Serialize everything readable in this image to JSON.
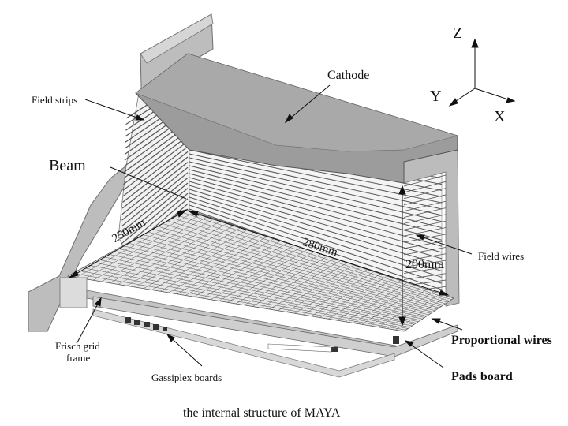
{
  "labels": {
    "cathode": "Cathode",
    "field_strips": "Field strips",
    "beam": "Beam",
    "field_wires": "Field wires",
    "frisch_grid_frame": [
      "Frisch grid",
      "frame"
    ],
    "gassiplex_boards": "Gassiplex boards",
    "proportional_wires": "Proportional wires",
    "pads_board": "Pads board"
  },
  "dimensions": {
    "width": "250mm",
    "length": "280mm",
    "height": "200mm"
  },
  "axes": {
    "z": "Z",
    "y": "Y",
    "x": "X"
  },
  "caption": "the internal structure of MAYA",
  "colors": {
    "frame_light": "#c9c9c9",
    "frame_mid": "#a6a6a6",
    "frame_dark": "#7d7d7d",
    "cathode": "#9a9a9a",
    "wire": "#555555"
  }
}
